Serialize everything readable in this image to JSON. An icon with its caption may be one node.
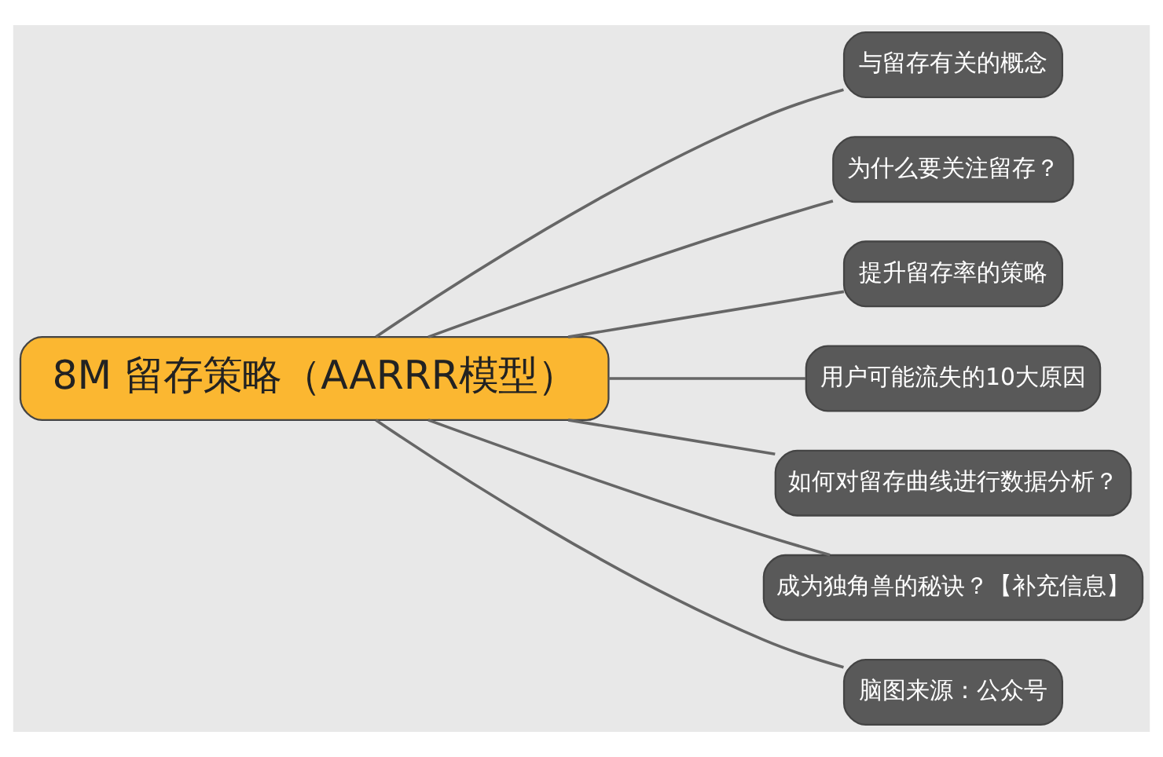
{
  "diagram": {
    "nodes": [
      {
        "text": [
          "8M 留存策略（AARRR模型）"
        ]
      },
      {
        "text": [
          "与留存有关的概念"
        ]
      },
      {
        "text": [
          "为什么要关注留存？"
        ]
      },
      {
        "text": [
          "提升留存率的策略"
        ]
      },
      {
        "text": [
          "用户可能流失的10大原因"
        ]
      },
      {
        "text": [
          "如何对留存曲线进行数据分析？"
        ]
      },
      {
        "text": [
          "成为独角兽的秘诀？【补充信息】"
        ]
      },
      {
        "text": [
          "脑图来源：公众号"
        ]
      }
    ],
    "edges": [
      {
        "from": 0,
        "to": 1,
        "arrow": "none"
      },
      {
        "from": 0,
        "to": 2,
        "arrow": "none"
      },
      {
        "from": 0,
        "to": 3,
        "arrow": "none"
      },
      {
        "from": 0,
        "to": 4,
        "arrow": "none"
      },
      {
        "from": 0,
        "to": 5,
        "arrow": "none"
      },
      {
        "from": 0,
        "to": 6,
        "arrow": "none"
      },
      {
        "from": 0,
        "to": 7,
        "arrow": "none"
      }
    ]
  }
}
